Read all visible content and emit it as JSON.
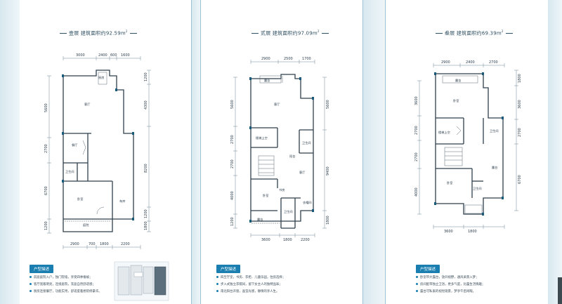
{
  "floors": [
    {
      "title": "壹层  建筑面积约92.59m",
      "sup": "2",
      "top_dims": [
        "3000",
        "2400",
        "600",
        "1600"
      ],
      "bottom_dims": [
        "2900",
        "700",
        "1800",
        "2200"
      ],
      "left_dims": [
        "5600",
        "2700",
        "6700",
        "1200"
      ],
      "right_dims": [
        "1200",
        "4300",
        "8200",
        "1200",
        "1800"
      ],
      "rooms": [
        "客厅",
        "餐厅",
        "厨房",
        "卫生间",
        "卧室",
        "车库",
        "庭院"
      ],
      "badge": "户型描述",
      "desc": [
        "前庭庭院入户，独门院墙，享受四季植被；",
        "客厅宽敞明亮，连接庭院，充盈自然舒适感；",
        "厨房连接餐厅，功能实用，舒适度着想装修豪华。"
      ]
    },
    {
      "title": "贰层  建筑面积约97.09m",
      "sup": "2",
      "top_dims": [
        "2900",
        "2500",
        "1700"
      ],
      "bottom_dims": [
        "3600",
        "1800",
        "2200"
      ],
      "left_dims": [
        "5600",
        "2700",
        "2700",
        "4000",
        "1200"
      ],
      "right_dims": [
        "5600",
        "9400",
        "1800"
      ],
      "rooms": [
        "露台",
        "客厅",
        "楼梯上空",
        "卫生间",
        "阳台",
        "书房",
        "客厅",
        "卧室",
        "衣帽间",
        "卫生间",
        "露台"
      ],
      "badge": "户型描述",
      "desc": [
        "四至厅室，书房、衣柜、儿童乐园，住房选择；",
        "步入式独立衣帽间，留下女主人的独特品味；",
        "南北阳台开窗，晶莹光感，静情的享人生。"
      ]
    },
    {
      "title": "叁层  建筑面积约69.39m",
      "sup": "2",
      "top_dims": [
        "2900",
        "2400",
        "2700"
      ],
      "bottom_dims": [
        "3600",
        "1800"
      ],
      "left_dims": [
        "3600",
        "2700",
        "2700",
        "4000"
      ],
      "right_dims": [
        "1800",
        "3600",
        "2700",
        "6700"
      ],
      "rooms": [
        "露台",
        "卧室",
        "楼梯上空",
        "卫生间",
        "卧室",
        "卫生间",
        "露台"
      ],
      "badge": "户型描述",
      "desc": [
        "卧室带大露台，放开视野，通风采景入梦；",
        "房间配带独立卫浴，更多气度，比露生活情趣；",
        "露台可私家的视觉观景，梦享午后闲暇。"
      ]
    }
  ]
}
